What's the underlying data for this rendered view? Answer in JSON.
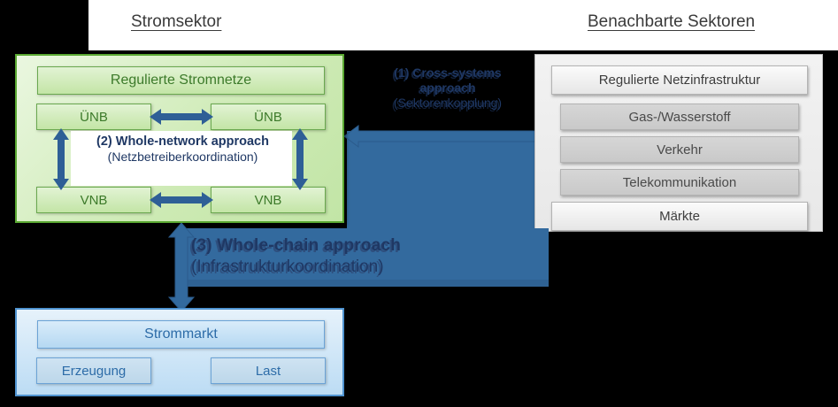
{
  "headers": {
    "left": "Stromsektor",
    "right": "Benachbarte Sektoren"
  },
  "electricity_sector": {
    "grid_title": "Regulierte Stromnetze",
    "tso_left": "ÜNB",
    "tso_right": "ÜNB",
    "dso_left": "VNB",
    "dso_right": "VNB",
    "approach_title": "(2) Whole-network approach",
    "approach_subtitle": "(Netzbetreiberkoordination)"
  },
  "market": {
    "title": "Strommarkt",
    "generation": "Erzeugung",
    "load": "Last"
  },
  "adjacent_sectors": {
    "items": [
      {
        "label": "Regulierte Netzinfrastruktur",
        "tone": "light"
      },
      {
        "label": "Gas-/Wasserstoff",
        "tone": "mid"
      },
      {
        "label": "Verkehr",
        "tone": "mid"
      },
      {
        "label": "Telekommunikation",
        "tone": "mid"
      },
      {
        "label": "Märkte",
        "tone": "light"
      }
    ]
  },
  "approaches": {
    "cross_systems": {
      "line1": "(1) Cross-systems",
      "line2": "approach",
      "line3": "(Sektorenkopplung)"
    },
    "whole_chain": {
      "line1": "(3) Whole-chain approach",
      "line2": "(Infrastrukturkoordination)"
    }
  },
  "colors": {
    "green_accent": "#5aa832",
    "blue_accent": "#336a9e",
    "arrow_blue": "#2e5f96",
    "navy_text": "#1f3864",
    "cyan_accent": "#4f93d0",
    "grey_panel": "#e8e8e8"
  },
  "icons": {
    "arrow_double_horizontal": "double-headed-horizontal-arrow",
    "arrow_double_vertical": "double-headed-vertical-arrow"
  }
}
